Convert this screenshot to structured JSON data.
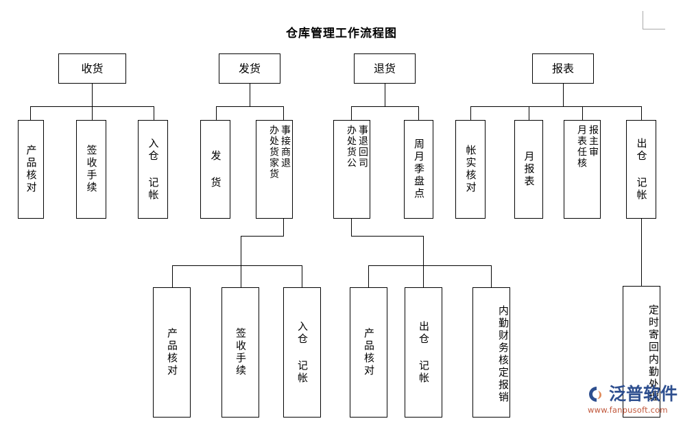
{
  "document": {
    "title": "仓库管理工作流程图"
  },
  "chart_data": {
    "type": "diagram",
    "diagram_type": "flowchart-tree",
    "title": "仓库管理工作流程图",
    "orientation": "top-down",
    "roots": [
      "收货",
      "发货",
      "退货",
      "报表"
    ],
    "nodes": [
      {
        "id": "n1",
        "label": "收货",
        "level": 1,
        "parent": null,
        "text_mode": "horizontal"
      },
      {
        "id": "n2",
        "label": "发货",
        "level": 1,
        "parent": null,
        "text_mode": "horizontal"
      },
      {
        "id": "n3",
        "label": "退货",
        "level": 1,
        "parent": null,
        "text_mode": "horizontal"
      },
      {
        "id": "n4",
        "label": "报表",
        "level": 1,
        "parent": null,
        "text_mode": "horizontal"
      },
      {
        "id": "n5",
        "label": "产品核对",
        "level": 2,
        "parent": "n1",
        "text_mode": "vertical"
      },
      {
        "id": "n6",
        "label": "签收手续",
        "level": 2,
        "parent": "n1",
        "text_mode": "vertical"
      },
      {
        "id": "n7",
        "label": "入仓 记帐",
        "level": 2,
        "parent": "n1",
        "text_mode": "vertical"
      },
      {
        "id": "n8",
        "label": "发 货",
        "level": 2,
        "parent": "n2",
        "text_mode": "vertical"
      },
      {
        "id": "n9",
        "label": "接商家退货办处理事",
        "level": 2,
        "parent": "n2",
        "text_mode": "vertical-2col",
        "col_right": "事接商退",
        "col_left": "办处货家货"
      },
      {
        "id": "n10",
        "label": "退回公司办处货事",
        "level": 2,
        "parent": "n3",
        "text_mode": "vertical-2col",
        "col_right": "事退回司",
        "col_left": "办处货公"
      },
      {
        "id": "n11",
        "label": "周月季盘点",
        "level": 2,
        "parent": "n3",
        "text_mode": "vertical"
      },
      {
        "id": "n12",
        "label": "帐实核对",
        "level": 2,
        "parent": "n4",
        "text_mode": "vertical"
      },
      {
        "id": "n13",
        "label": "月报表",
        "level": 2,
        "parent": "n4",
        "text_mode": "vertical"
      },
      {
        "id": "n14",
        "label": "主审核月报表任",
        "level": 2,
        "parent": "n4",
        "text_mode": "vertical-2col",
        "col_right": "报主审",
        "col_left": "月表任核"
      },
      {
        "id": "n15",
        "label": "出仓 记帐",
        "level": 2,
        "parent": "n4",
        "text_mode": "vertical"
      },
      {
        "id": "n16",
        "label": "产品核对",
        "level": 3,
        "parent": "n9",
        "text_mode": "vertical"
      },
      {
        "id": "n17",
        "label": "签收手续",
        "level": 3,
        "parent": "n9",
        "text_mode": "vertical"
      },
      {
        "id": "n18",
        "label": "入仓 记帐",
        "level": 3,
        "parent": "n9",
        "text_mode": "vertical"
      },
      {
        "id": "n19",
        "label": "产品核对",
        "level": 3,
        "parent": "n10",
        "text_mode": "vertical"
      },
      {
        "id": "n20",
        "label": "出仓 记帐",
        "level": 3,
        "parent": "n10",
        "text_mode": "vertical"
      },
      {
        "id": "n21",
        "label": "内勤财务核定报销",
        "level": 3,
        "parent": "n10",
        "text_mode": "vertical"
      },
      {
        "id": "n22",
        "label": "定时寄回内勤处理",
        "level": 3,
        "parent": "n15",
        "text_mode": "vertical"
      }
    ],
    "branches": [
      {
        "root": "收货",
        "children": [
          "产品核对",
          "签收手续",
          "入仓 记帐"
        ]
      },
      {
        "root": "发货",
        "children": [
          "发 货",
          "接商家退货办处理事"
        ]
      },
      {
        "root": "退货",
        "children": [
          "退回公司办处货事",
          "周月季盘点"
        ]
      },
      {
        "root": "报表",
        "children": [
          "帐实核对",
          "月报表",
          "主审核月报表任",
          "出仓 记帐"
        ]
      },
      {
        "root": "接商家退货办处理事",
        "children": [
          "产品核对",
          "签收手续",
          "入仓 记帐"
        ]
      },
      {
        "root": "退回公司办处货事",
        "children": [
          "产品核对",
          "出仓 记帐",
          "内勤财务核定报销"
        ]
      },
      {
        "root": "出仓 记帐",
        "children": [
          "定时寄回内勤处理"
        ]
      }
    ]
  },
  "nodes": {
    "n1": {
      "label": "收货"
    },
    "n2": {
      "label": "发货"
    },
    "n3": {
      "label": "退货"
    },
    "n4": {
      "label": "报表"
    },
    "n5": {
      "label": "产品核对"
    },
    "n6": {
      "label": "签收手续"
    },
    "n7": {
      "label": "入仓  记帐"
    },
    "n8": {
      "label": "发  货"
    },
    "n9": {
      "label": "事接商退\n办处货家货"
    },
    "n9_r": {
      "label": "事接商退"
    },
    "n9_l": {
      "label": "办处货家货"
    },
    "n10_r": {
      "label": "事退回司"
    },
    "n10_l": {
      "label": "办处货公"
    },
    "n11": {
      "label": "周月季盘点"
    },
    "n12": {
      "label": "帐实核对"
    },
    "n13": {
      "label": "月报表"
    },
    "n14_r": {
      "label": "报主审"
    },
    "n14_l": {
      "label": "月表任核"
    },
    "n15": {
      "label": "出仓  记帐"
    },
    "n16": {
      "label": "产品核对"
    },
    "n17": {
      "label": "签收手续"
    },
    "n18": {
      "label": "入仓  记帐"
    },
    "n19": {
      "label": "产品核对"
    },
    "n20": {
      "label": "出仓  记帐"
    },
    "n21": {
      "label": "内勤财务核定报销"
    },
    "n22": {
      "label": "定时寄回内勤处理"
    }
  },
  "watermark": {
    "brand": "泛普软件",
    "url": "www.fanpusoft.com",
    "brand_color": "#2e4f8f",
    "url_color": "#c0563a"
  },
  "colors": {
    "stroke": "#000000",
    "background": "#ffffff",
    "crop_mark": "#a9a9a9"
  }
}
